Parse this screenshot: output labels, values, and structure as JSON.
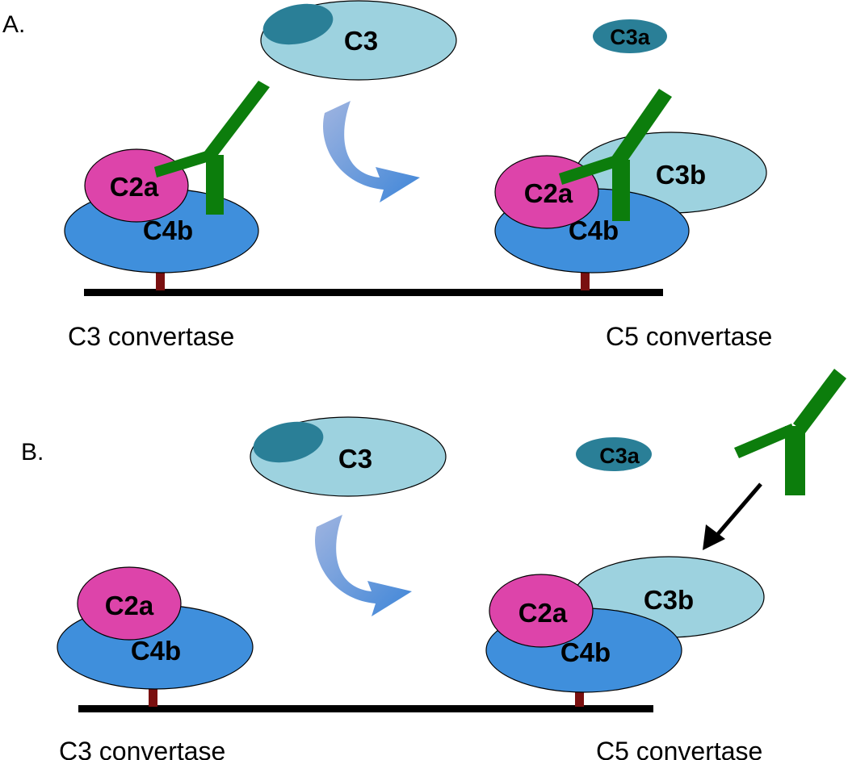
{
  "panels": [
    {
      "label": "A.",
      "molecules": {
        "c3": "C3",
        "c3a": "C3a",
        "c3b": "C3b",
        "c2a_left": "C2a",
        "c4b_left": "C4b",
        "c2a_right": "C2a",
        "c4b_right": "C4b"
      },
      "captions": {
        "left": "C3 convertase",
        "right": "C5 convertase"
      }
    },
    {
      "label": "B.",
      "molecules": {
        "c3": "C3",
        "c3a": "C3a",
        "c3b": "C3b",
        "c2a_left": "C2a",
        "c4b_left": "C4b",
        "c2a_right": "C2a",
        "c4b_right": "C4b"
      },
      "captions": {
        "left": "C3 convertase",
        "right": "C5 convertase"
      }
    }
  ],
  "colors": {
    "c4b": "#3f8fdc",
    "c2a": "#dd44aa",
    "c3": "#9dd2df",
    "c3a": "#2a7f97",
    "antibody": "#0c7d0c",
    "membrane": "#000000",
    "anchor": "#7a1010",
    "curved_arrow": "#5b8fd6"
  },
  "icons": [
    "antibody-icon",
    "curved-arrow-icon",
    "black-arrow-icon"
  ]
}
